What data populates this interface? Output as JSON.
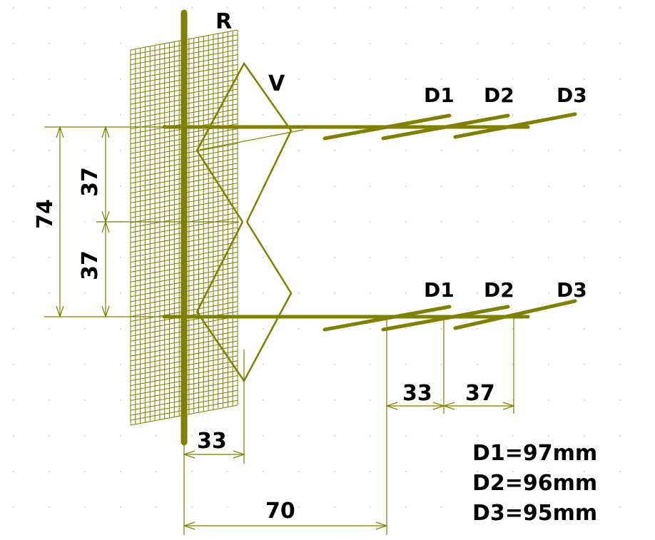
{
  "colors": {
    "background": "#ffffff",
    "element": "#7f7f00",
    "grid": "#7f7f00",
    "dot": "#c8c8c8",
    "text": "#000000"
  },
  "labels": {
    "reflector": "R",
    "vibrator": "V",
    "director_upper": [
      "D1",
      "D2",
      "D3"
    ],
    "director_lower": [
      "D1",
      "D2",
      "D3"
    ]
  },
  "dimensions": {
    "total_height": "74",
    "upper_half": "37",
    "lower_half": "37",
    "reflector_to_vibrator": "33",
    "reflector_to_d1": "70",
    "d1_to_d2": "33",
    "d2_to_d3": "37"
  },
  "director_lengths": [
    "D1=97mm",
    "D2=96mm",
    "D3=95mm"
  ]
}
